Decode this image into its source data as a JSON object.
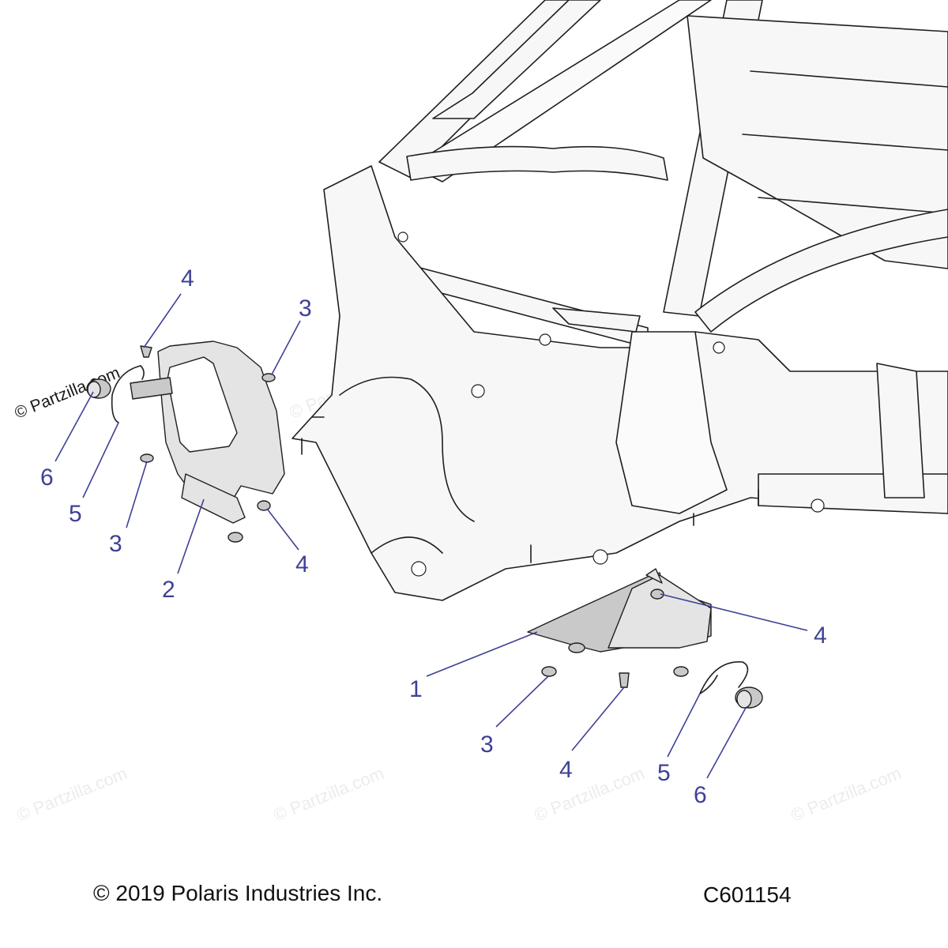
{
  "callouts": [
    {
      "label": "4"
    },
    {
      "label": "3"
    },
    {
      "label": "6"
    },
    {
      "label": "5"
    },
    {
      "label": "3"
    },
    {
      "label": "2"
    },
    {
      "label": "4"
    },
    {
      "label": "1"
    },
    {
      "label": "4"
    },
    {
      "label": "3"
    },
    {
      "label": "4"
    },
    {
      "label": "5"
    },
    {
      "label": "6"
    }
  ],
  "watermark": "© Partzilla.com",
  "footer": {
    "copyright": "© 2019 Polaris Industries Inc.",
    "diagram_id": "C601154"
  }
}
